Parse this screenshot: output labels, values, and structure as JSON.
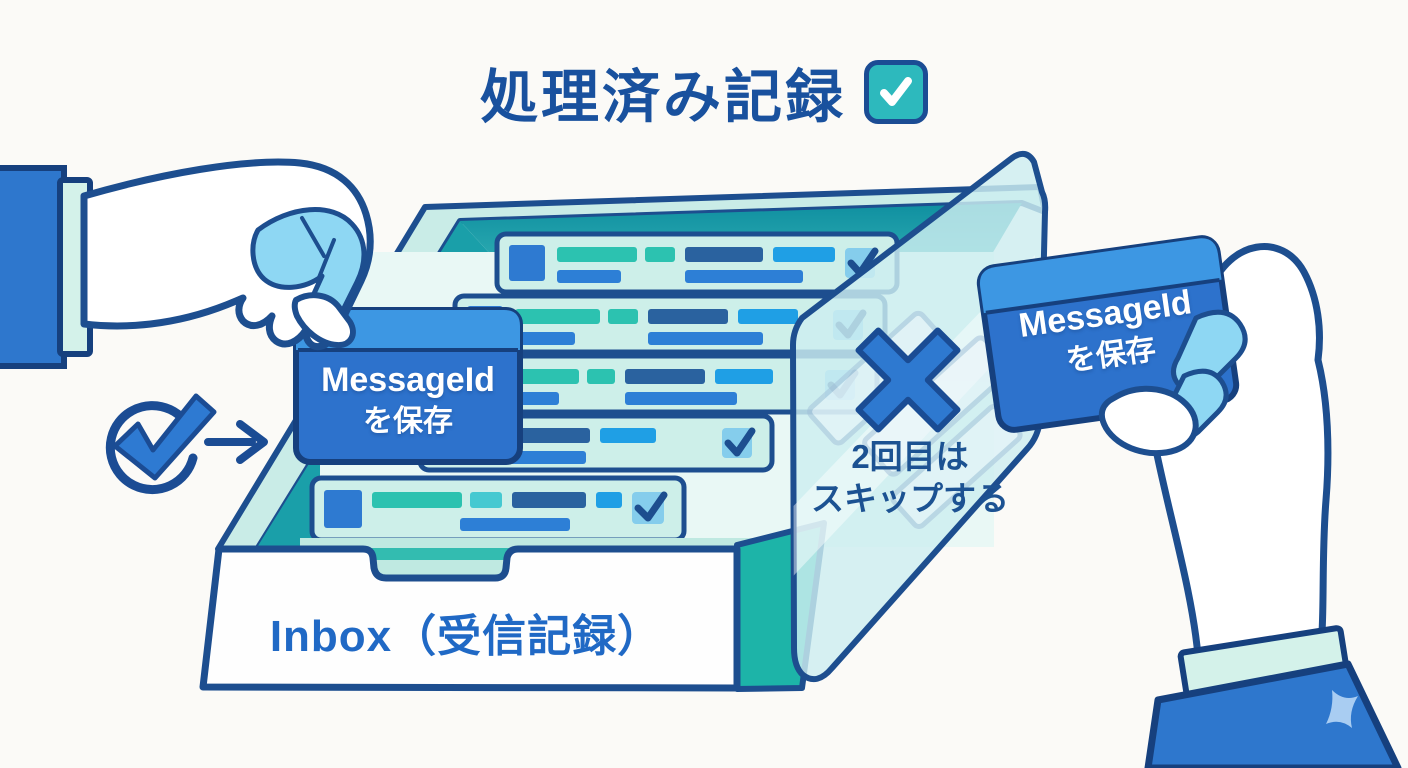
{
  "title": {
    "text": "処理済み記録"
  },
  "badge": {
    "icon": "check",
    "fill_color": "#2db9bd",
    "border_color": "#1b4c94"
  },
  "left_card": {
    "line1": "MessageId",
    "line2": "を保存"
  },
  "right_card": {
    "line1": "MessageId",
    "line2": "を保存"
  },
  "skip_panel": {
    "line1": "2回目は",
    "line2": "スキップする",
    "icon": "x-mark"
  },
  "inbox": {
    "label": "Inbox（受信記録）",
    "visible_rows": 5
  },
  "icons": {
    "flow_check": "check-circle",
    "flow_arrow": "arrow-right",
    "row_check": "checkmark"
  },
  "colors": {
    "background": "#fbfaf7",
    "outline_navy": "#1d4e8f",
    "title_blue": "#19519e",
    "card_body": "#2d72cc",
    "card_header": "#3d97e3",
    "badge_teal": "#2db9bd",
    "box_rim_mint": "#c9ece7",
    "box_wall_teal": "#1697a8",
    "box_side_teal": "#1db4a8",
    "row_bg": "#cdefe9",
    "bar_teal": "#2cc2b0",
    "bar_navy": "#2a629f",
    "bar_blue": "#2d7fd6",
    "bar_bright": "#1f9fe5",
    "glass_fill": "#cdeef0",
    "x_mark_blue": "#2e79d0",
    "hand_shade_blue": "#8ed7f3",
    "sleeve_blue": "#2e77cd",
    "cuff_mint": "#d4f2ea",
    "inbox_text_blue": "#2069c5",
    "skip_text_blue": "#1c5292"
  }
}
